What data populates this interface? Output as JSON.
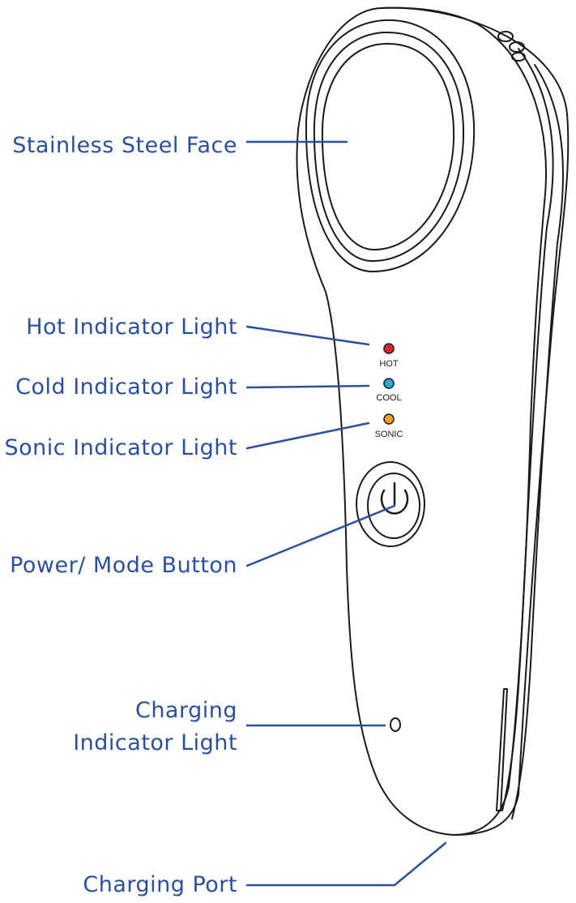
{
  "colors": {
    "label": "#2a4f9e",
    "leader_line": "#2a4f9e",
    "outline": "#1a1a1a",
    "hot_led": "#e0202a",
    "cool_led": "#2aa8dc",
    "sonic_led": "#f0a020"
  },
  "callouts": {
    "stainless_steel_face": "Stainless Steel Face",
    "hot_indicator_light": "Hot Indicator Light",
    "cold_indicator_light": "Cold Indicator Light",
    "sonic_indicator_light": "Sonic Indicator Light",
    "power_mode_button": "Power/ Mode Button",
    "charging_indicator_light_line1": "Charging",
    "charging_indicator_light_line2": "Indicator Light",
    "charging_port": "Charging Port"
  },
  "device_labels": {
    "hot": "HOT",
    "cool": "COOL",
    "sonic": "SONIC"
  },
  "icons": {
    "power_button": "power-icon"
  }
}
